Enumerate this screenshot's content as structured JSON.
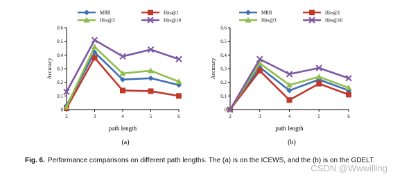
{
  "chart_data": [
    {
      "type": "line",
      "panel_label": "(a)",
      "x": [
        2,
        3,
        4,
        5,
        6
      ],
      "xlabel": "path length",
      "ylabel": "Accuracy",
      "ylim": [
        0,
        0.6
      ],
      "yticks": [
        "0",
        "0.1",
        "0.2",
        "0.3",
        "0.4",
        "0.5",
        "0.6"
      ],
      "xticks": [
        "2",
        "3",
        "4",
        "5",
        "6"
      ],
      "legend_position": "top",
      "series": [
        {
          "name": "MRR",
          "color": "#3f6fb5",
          "marker": "diamond",
          "values": [
            0.03,
            0.42,
            0.22,
            0.23,
            0.18
          ]
        },
        {
          "name": "Hits@1",
          "color": "#c0392b",
          "marker": "square",
          "values": [
            0.01,
            0.38,
            0.14,
            0.135,
            0.1
          ]
        },
        {
          "name": "Hits@3",
          "color": "#8fbd4c",
          "marker": "triangle",
          "values": [
            0.02,
            0.46,
            0.265,
            0.285,
            0.205
          ]
        },
        {
          "name": "Hits@10",
          "color": "#7e57a3",
          "marker": "x",
          "values": [
            0.13,
            0.51,
            0.39,
            0.44,
            0.37
          ]
        }
      ]
    },
    {
      "type": "line",
      "panel_label": "(b)",
      "x": [
        2,
        3,
        4,
        5,
        6
      ],
      "xlabel": "path length",
      "ylabel": "Accuracy",
      "ylim": [
        0,
        0.6
      ],
      "yticks": [
        "0",
        "0.1",
        "0.2",
        "0.3",
        "0.4",
        "0.5",
        "0.6"
      ],
      "xticks": [
        "2",
        "3",
        "4",
        "5",
        "6"
      ],
      "legend_position": "top",
      "series": [
        {
          "name": "MRR",
          "color": "#3f6fb5",
          "marker": "diamond",
          "values": [
            0.0,
            0.31,
            0.14,
            0.22,
            0.14
          ]
        },
        {
          "name": "Hits@1",
          "color": "#c0392b",
          "marker": "square",
          "values": [
            0.0,
            0.285,
            0.07,
            0.19,
            0.11
          ]
        },
        {
          "name": "Hits@3",
          "color": "#8fbd4c",
          "marker": "triangle",
          "values": [
            0.0,
            0.34,
            0.18,
            0.24,
            0.16
          ]
        },
        {
          "name": "Hits@10",
          "color": "#7e57a3",
          "marker": "x",
          "values": [
            0.0,
            0.37,
            0.26,
            0.305,
            0.23
          ]
        }
      ]
    }
  ],
  "caption": {
    "label": "Fig. 6.",
    "text": "Performance comparisons on different path lengths. The (a) is on the ICEWS, and the (b) is on the GDELT."
  },
  "watermark": "CSDN @Wwwilling"
}
